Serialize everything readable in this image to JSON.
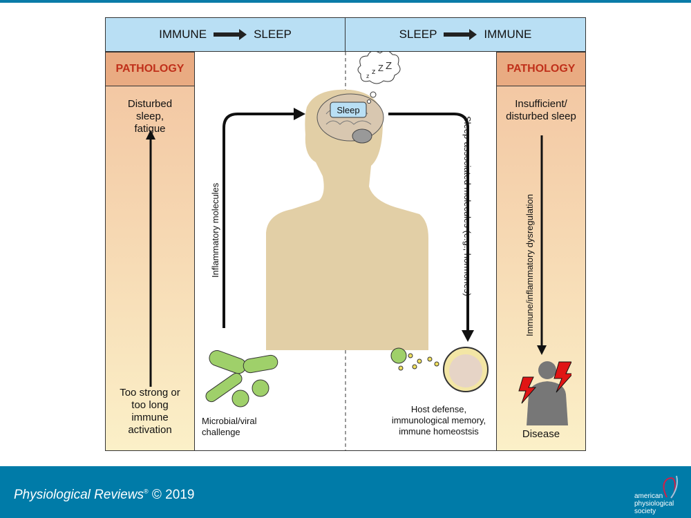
{
  "header": {
    "left": {
      "from": "IMMUNE",
      "to": "SLEEP"
    },
    "right": {
      "from": "SLEEP",
      "to": "IMMUNE"
    }
  },
  "left_column": {
    "title": "PATHOLOGY",
    "top_text": "Disturbed sleep, fatigue",
    "bottom_text": "Too strong or too long immune activation"
  },
  "right_column": {
    "title": "PATHOLOGY",
    "top_text": "Insufficient/ disturbed sleep",
    "arrow_label": "Immune/inflammatory dysregulation",
    "bottom_text": "Disease"
  },
  "center": {
    "brain_label": "Sleep",
    "thought": "z z Z Z",
    "left_arrow_label": "Inflammatory molecules",
    "right_arrow_label": "Sleep-associated molecules (e.g., hormones)",
    "microbe_label": "Microbial/viral challenge",
    "defense_label": "Host defense, immunological memory, immune homeostsis"
  },
  "footer": {
    "journal": "Physiological Reviews",
    "copyright": "© 2019",
    "publisher": "american physiological society"
  },
  "colors": {
    "header": "#b9dff4",
    "pathology_header": "#e9ab82",
    "pathology_text": "#c0301a",
    "body": "#e2cfa6",
    "footer": "#007ba8"
  }
}
